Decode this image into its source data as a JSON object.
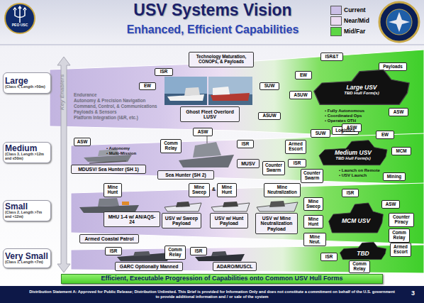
{
  "diagram": {
    "title": "USV Systems Vision",
    "nodes": [
      {
        "text": [
          "Large",
          "(Class 4, Length >50m)"
        ]
      },
      {
        "text": [
          "Technology Maturation, CONOPs, & Payloads"
        ]
      },
      {
        "text": [
          "ISR"
        ]
      },
      {
        "text": [
          "EW"
        ]
      },
      {
        "text": [
          "SUW"
        ]
      },
      {
        "text": [
          "Ghost Fleet Overlord LUSV"
        ]
      },
      {
        "text": [
          "ASUW"
        ]
      },
      {
        "text": [
          "ISR&T"
        ]
      },
      {
        "text": [
          "Payloads"
        ]
      },
      {
        "text": [
          "EW"
        ]
      },
      {
        "text": [
          "Large USV",
          "TBD Hull Form(s)"
        ]
      },
      {
        "text": [
          "ASUW"
        ]
      },
      {
        "text": [
          "ASW"
        ]
      },
      {
        "text": [
          "Logistics"
        ]
      },
      {
        "text": [
          "Medium",
          "(Class 3, Length >12m and ≤50m)"
        ]
      },
      {
        "text": [
          "ASW"
        ]
      },
      {
        "text": [
          "MDUSV/ Sea Hunter (SH 1)"
        ]
      },
      {
        "text": [
          "Comm Relay"
        ]
      },
      {
        "text": [
          "ASW"
        ]
      },
      {
        "text": [
          "Sea Hunter (SH 2)"
        ]
      },
      {
        "text": [
          "ISR"
        ]
      },
      {
        "text": [
          "MUSV"
        ]
      },
      {
        "text": [
          "Counter Swarm"
        ]
      },
      {
        "text": [
          "Armed Escort"
        ]
      },
      {
        "text": [
          "SUW"
        ]
      },
      {
        "text": [
          "ASW"
        ]
      },
      {
        "text": [
          "EW"
        ]
      },
      {
        "text": [
          "Medium USV",
          "TBD Hull Form(s)"
        ]
      },
      {
        "text": [
          "ISR"
        ]
      },
      {
        "text": [
          "MCM"
        ]
      },
      {
        "text": [
          "Counter Swarm"
        ]
      },
      {
        "text": [
          "Mining"
        ]
      },
      {
        "text": [
          "Small",
          "(Class 2, Length >7m and <12m)"
        ]
      },
      {
        "text": [
          "Mine Hunt"
        ]
      },
      {
        "text": [
          "MHU 1-4 w/ AN/AQS-24"
        ]
      },
      {
        "text": [
          "Mine Sweep"
        ]
      },
      {
        "text": [
          "Mine Hunt"
        ]
      },
      {
        "text": [
          "Mine Neutralization"
        ]
      },
      {
        "text": [
          "USV w/ Sweep Payload"
        ]
      },
      {
        "text": [
          "USV w/ Hunt Payload"
        ]
      },
      {
        "text": [
          "USV w/ Mine Neutralization Payload"
        ]
      },
      {
        "text": [
          "Mine Sweep"
        ]
      },
      {
        "text": [
          "ISR"
        ]
      },
      {
        "text": [
          "ASW"
        ]
      },
      {
        "text": [
          "MCM USV"
        ]
      },
      {
        "text": [
          "Counter Piracy"
        ]
      },
      {
        "text": [
          "Mine Hunt"
        ]
      },
      {
        "text": [
          "Comm Relay"
        ]
      },
      {
        "text": [
          "Mine Neut."
        ]
      },
      {
        "text": [
          "Armed Coastal Patrol"
        ]
      },
      {
        "text": [
          "Very Small",
          "(Class 1, Length <7m)"
        ]
      },
      {
        "text": [
          "ISR"
        ]
      },
      {
        "text": [
          "Comm Relay"
        ]
      },
      {
        "text": [
          "GARC Optionally Manned"
        ]
      },
      {
        "text": [
          "ISR"
        ]
      },
      {
        "text": [
          "ADARO/MUSCL"
        ]
      },
      {
        "text": [
          "ISR"
        ]
      },
      {
        "text": [
          "TBD"
        ]
      },
      {
        "text": [
          "Armed Escort"
        ]
      },
      {
        "text": [
          "Comm Relay"
        ]
      },
      {
        "text": [
          "Efficient, Executable Progression of Capabilities onto Common USV Hull Forms"
        ]
      },
      {
        "text": [
          "Distribution Statement A: Approved for Public Release; Distribution Unlimited. This Brief is provided for Information Only and does not constitute a commitment on behalf of the U.S. government to provide additional information and / or sale of the system"
        ]
      }
    ],
    "labels": [
      "Enhanced, Efficient Capabilities",
      "PEO USC",
      "Key Enablers",
      "Endurance",
      "Autonomy & Precision Navigation",
      "Command, Control, & Communications",
      "Payloads & Sensors",
      "Platform Integration (I&R, etc.)",
      "• Fully Autonomous",
      "• Coordinated Ops",
      "• Operates OTH",
      "• Autonomy",
      "• Multi-Mission",
      "• Launch on Remote",
      "• USV Launch",
      "&",
      "3"
    ],
    "legend": [
      {
        "text": "Current",
        "color": "#cbbfe6"
      },
      {
        "text": "Near/Mid",
        "color": "#ecdcf2"
      },
      {
        "text": "Mid/Far",
        "color": "#5cd645"
      }
    ]
  }
}
